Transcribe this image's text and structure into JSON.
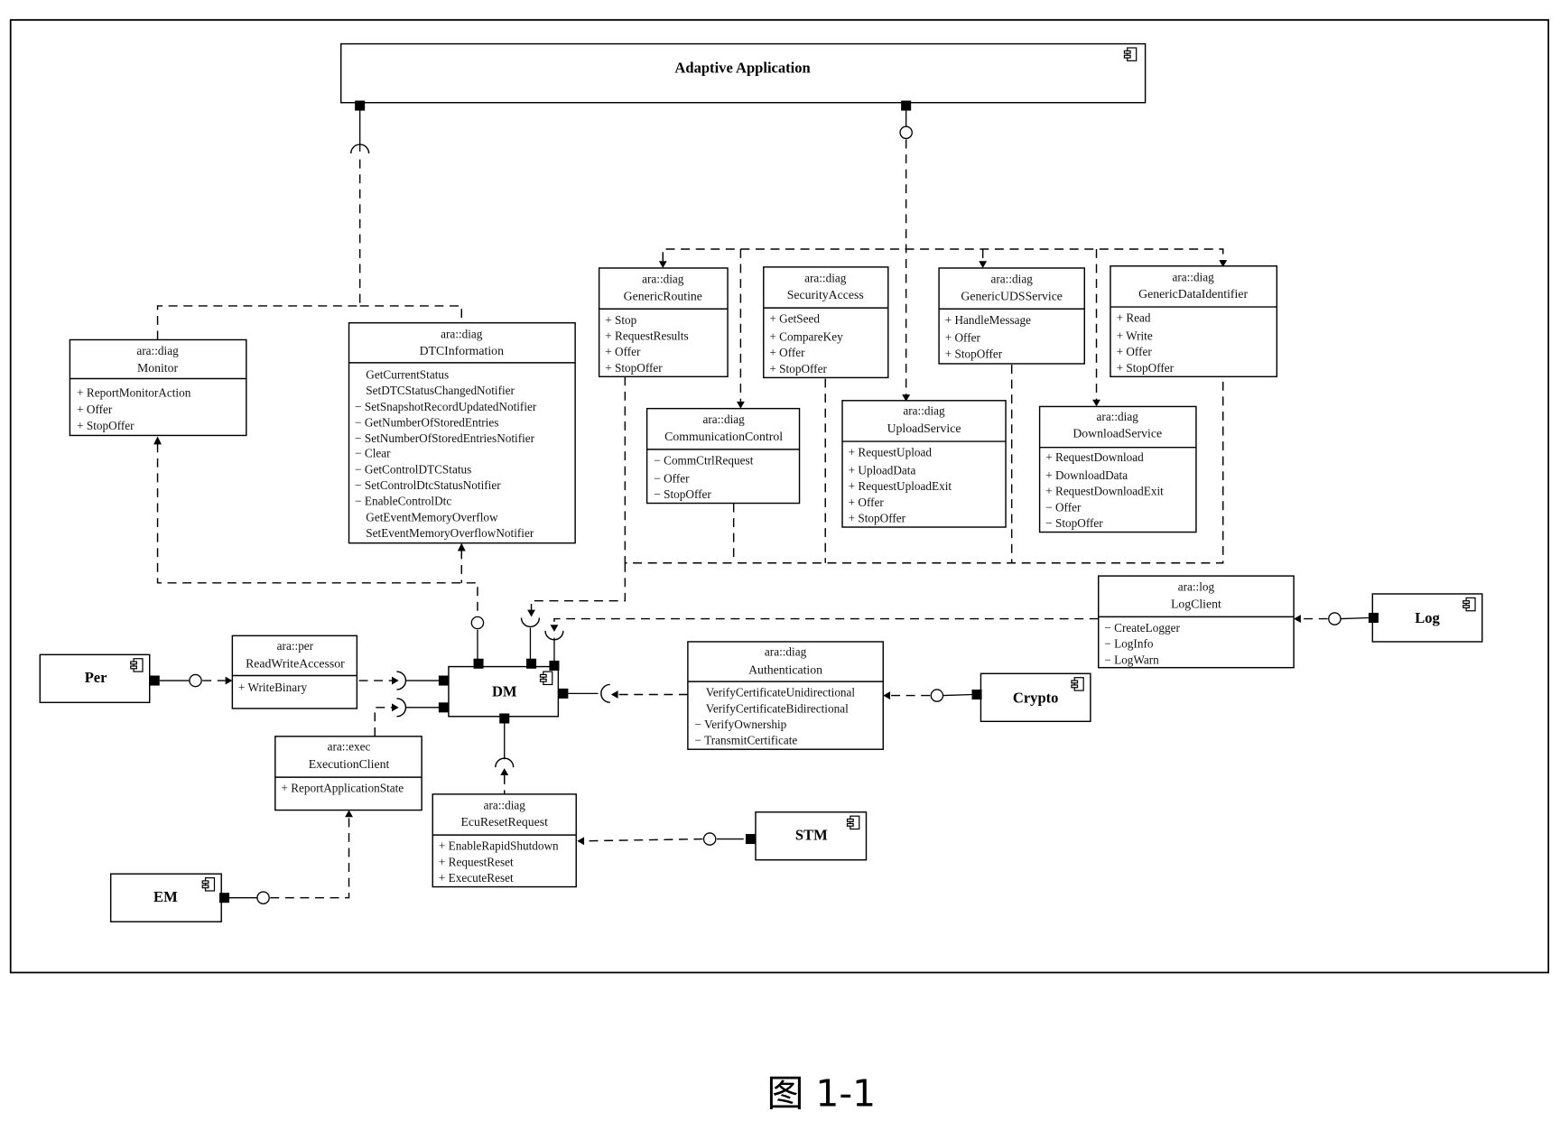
{
  "figure": {
    "caption": "图 1-1",
    "type": "UML component diagram"
  },
  "top_component": {
    "name": "Adaptive Application",
    "icon": "component-icon"
  },
  "components": {
    "dm": "DM",
    "per": "Per",
    "em": "EM",
    "stm": "STM",
    "crypto": "Crypto",
    "log": "Log"
  },
  "classes": {
    "monitor": {
      "ns": "ara::diag",
      "name": "Monitor",
      "ops": [
        "+ ReportMonitorAction",
        "+ Offer",
        "+ StopOffer"
      ]
    },
    "dtc_information": {
      "ns": "ara::diag",
      "name": "DTCInformation",
      "ops": [
        "GetCurrentStatus",
        "SetDTCStatusChangedNotifier",
        "− SetSnapshotRecordUpdatedNotifier",
        "− GetNumberOfStoredEntries",
        "− SetNumberOfStoredEntriesNotifier",
        "− Clear",
        "− GetControlDTCStatus",
        "− SetControlDtcStatusNotifier",
        "− EnableControlDtc",
        "GetEventMemoryOverflow",
        "SetEventMemoryOverflowNotifier"
      ]
    },
    "generic_routine": {
      "ns": "ara::diag",
      "name": "GenericRoutine",
      "ops": [
        "+ Stop",
        "+ RequestResults",
        "+ Offer",
        "+ StopOffer"
      ]
    },
    "security_access": {
      "ns": "ara::diag",
      "name": "SecurityAccess",
      "ops": [
        "+ GetSeed",
        "+ CompareKey",
        "+ Offer",
        "+ StopOffer"
      ]
    },
    "generic_uds_service": {
      "ns": "ara::diag",
      "name": "GenericUDSService",
      "ops": [
        "+ HandleMessage",
        "+ Offer",
        "+ StopOffer"
      ]
    },
    "generic_data_identifier": {
      "ns": "ara::diag",
      "name": "GenericDataIdentifier",
      "ops": [
        "+ Read",
        "+ Write",
        "+ Offer",
        "+ StopOffer"
      ]
    },
    "communication_control": {
      "ns": "ara::diag",
      "name": "CommunicationControl",
      "ops": [
        "− CommCtrlRequest",
        "− Offer",
        "− StopOffer"
      ]
    },
    "upload_service": {
      "ns": "ara::diag",
      "name": "UploadService",
      "ops": [
        "+ RequestUpload",
        "+ UploadData",
        "+ RequestUploadExit",
        "+ Offer",
        "+ StopOffer"
      ]
    },
    "download_service": {
      "ns": "ara::diag",
      "name": "DownloadService",
      "ops": [
        "+ RequestDownload",
        "+ DownloadData",
        "+ RequestDownloadExit",
        "− Offer",
        "− StopOffer"
      ]
    },
    "log_client": {
      "ns": "ara::log",
      "name": "LogClient",
      "ops": [
        "− CreateLogger",
        "− LogInfo",
        "− LogWarn"
      ]
    },
    "read_write_accessor": {
      "ns": "ara::per",
      "name": "ReadWriteAccessor",
      "ops": [
        "+ WriteBinary"
      ]
    },
    "authentication": {
      "ns": "ara::diag",
      "name": "Authentication",
      "ops": [
        "VerifyCertificateUnidirectional",
        "VerifyCertificateBidirectional",
        "− VerifyOwnership",
        "− TransmitCertificate"
      ]
    },
    "execution_client": {
      "ns": "ara::exec",
      "name": "ExecutionClient",
      "ops": [
        "+ ReportApplicationState"
      ]
    },
    "ecu_reset_request": {
      "ns": "ara::diag",
      "name": "EcuResetRequest",
      "ops": [
        "+ EnableRapidShutdown",
        "+ RequestReset",
        "+ ExecuteReset"
      ]
    }
  }
}
